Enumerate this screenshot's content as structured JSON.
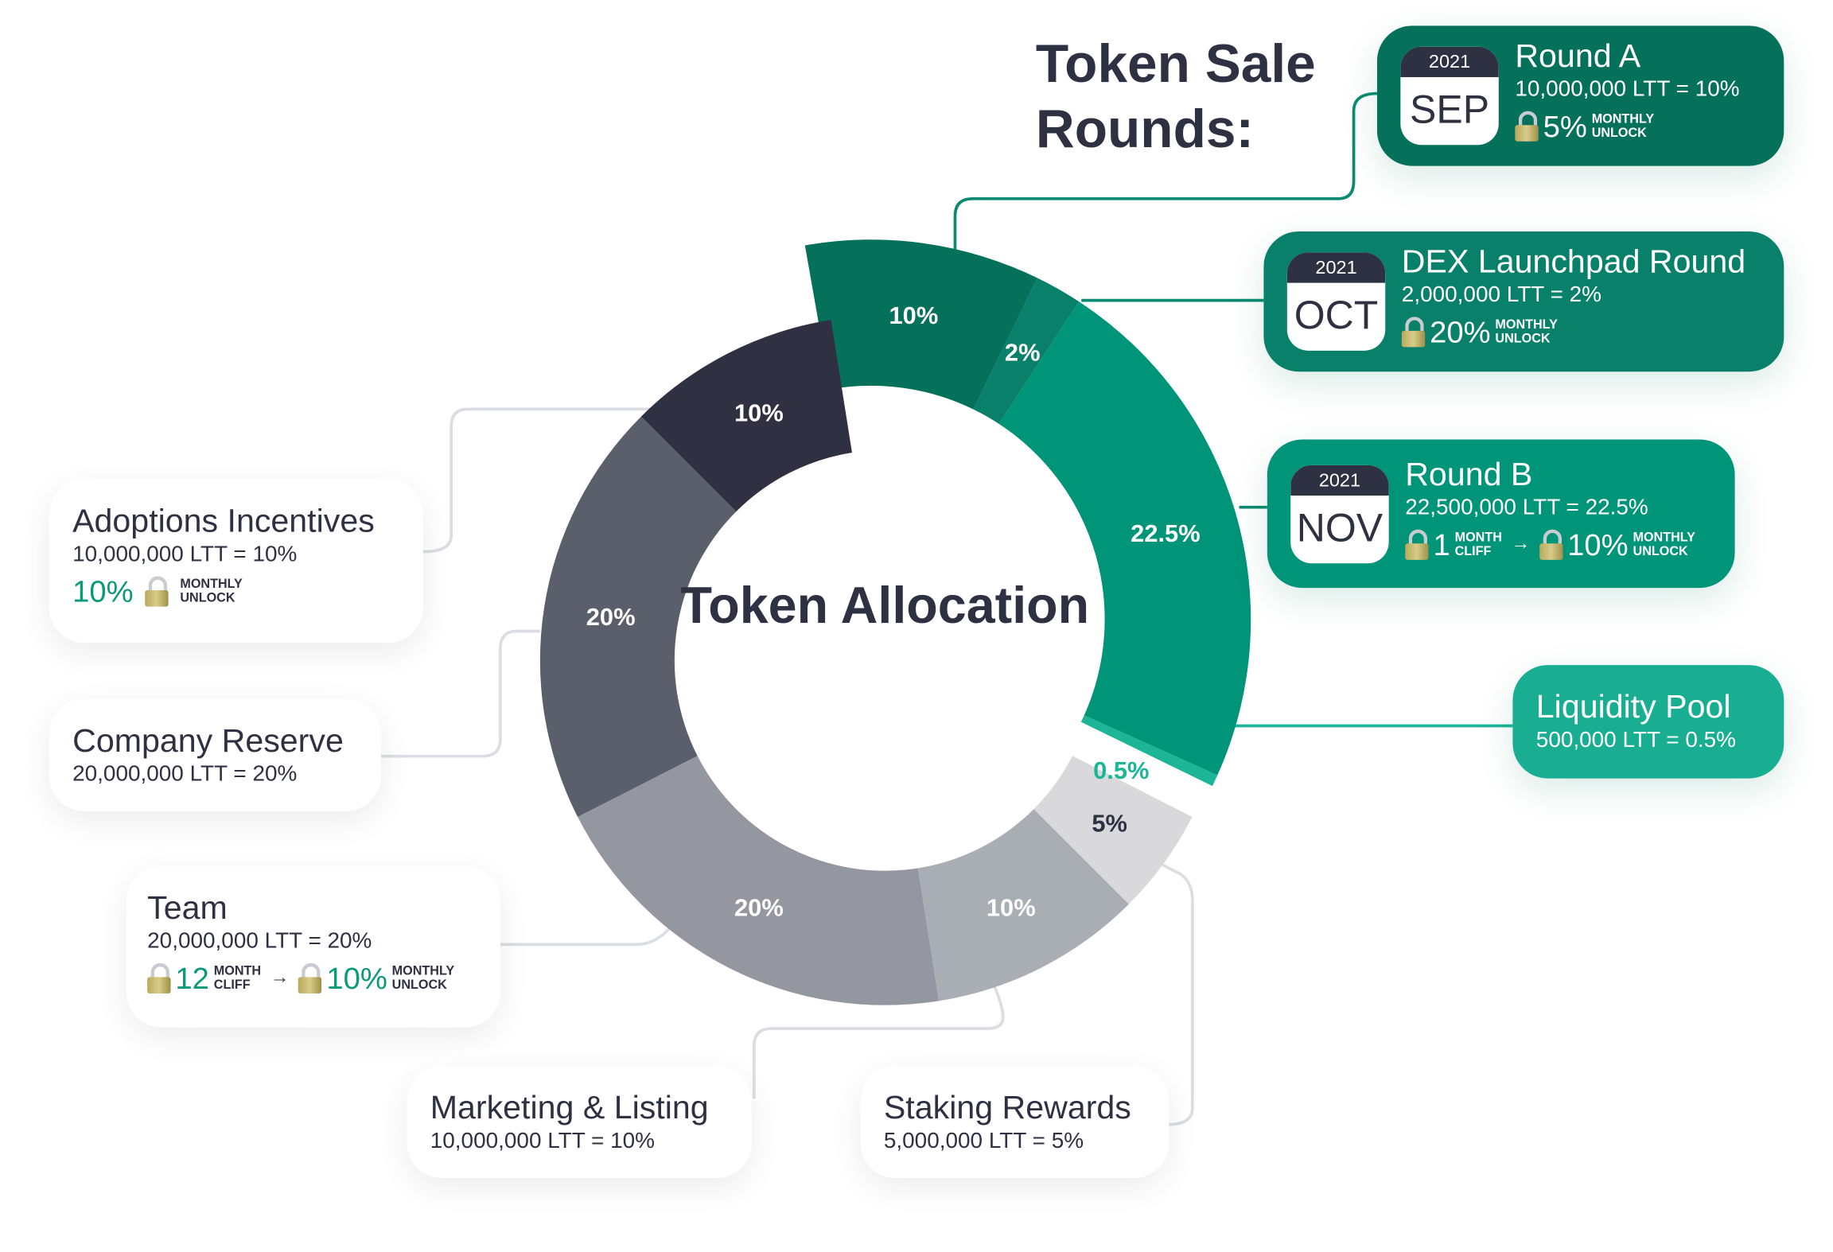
{
  "title": "Token Sale Rounds:",
  "center_title": "Token Allocation",
  "chart_data": {
    "type": "pie",
    "title": "Token Allocation",
    "unit": "%",
    "slices": [
      {
        "name": "Round A",
        "value": 10,
        "label": "10%",
        "group": "sale",
        "color": "#05715a"
      },
      {
        "name": "DEX Launchpad Round",
        "value": 2,
        "label": "2%",
        "group": "sale",
        "color": "#08806a"
      },
      {
        "name": "Round B",
        "value": 22.5,
        "label": "22.5%",
        "group": "sale",
        "color": "#009478"
      },
      {
        "name": "Liquidity Pool",
        "value": 0.5,
        "label": "0.5%",
        "group": "sale",
        "color": "#1cb596"
      },
      {
        "name": "Staking Rewards",
        "value": 5,
        "label": "5%",
        "group": "other",
        "color": "#d9d9db"
      },
      {
        "name": "Marketing & Listing",
        "value": 10,
        "label": "10%",
        "group": "other",
        "color": "#a9adb4"
      },
      {
        "name": "Team",
        "value": 20,
        "label": "20%",
        "group": "other",
        "color": "#9497a0"
      },
      {
        "name": "Company Reserve",
        "value": 20,
        "label": "20%",
        "group": "other",
        "color": "#5b5e6b"
      },
      {
        "name": "Adoptions Incentives",
        "value": 10,
        "label": "10%",
        "group": "other",
        "color": "#2f3142"
      }
    ]
  },
  "rounds": [
    {
      "name": "Round A",
      "year": "2021",
      "month": "SEP",
      "amount": "10,000,000 LTT = 10%",
      "unlock": "5%",
      "unlock_l1": "MONTHLY",
      "unlock_l2": "UNLOCK"
    },
    {
      "name": "DEX Launchpad Round",
      "year": "2021",
      "month": "OCT",
      "amount": "2,000,000 LTT = 2%",
      "unlock": "20%",
      "unlock_l1": "MONTHLY",
      "unlock_l2": "UNLOCK"
    },
    {
      "name": "Round B",
      "year": "2021",
      "month": "NOV",
      "amount": "22,500,000 LTT = 22.5%",
      "cliff": "1",
      "cliff_l1": "MONTH",
      "cliff_l2": "CLIFF",
      "unlock": "10%",
      "unlock_l1": "MONTHLY",
      "unlock_l2": "UNLOCK"
    }
  ],
  "liquidity": {
    "name": "Liquidity Pool",
    "amount": "500,000 LTT = 0.5%"
  },
  "adoptions": {
    "name": "Adoptions Incentives",
    "amount": "10,000,000 LTT = 10%",
    "unlock": "10%",
    "unlock_l1": "MONTHLY",
    "unlock_l2": "UNLOCK"
  },
  "reserve": {
    "name": "Company Reserve",
    "amount": "20,000,000 LTT = 20%"
  },
  "team": {
    "name": "Team",
    "amount": "20,000,000 LTT = 20%",
    "cliff": "12",
    "cliff_l1": "MONTH",
    "cliff_l2": "CLIFF",
    "unlock": "10%",
    "unlock_l1": "MONTHLY",
    "unlock_l2": "UNLOCK"
  },
  "marketing": {
    "name": "Marketing & Listing",
    "amount": "10,000,000 LTT = 10%"
  },
  "staking": {
    "name": "Staking Rewards",
    "amount": "5,000,000 LTT = 5%"
  },
  "arrow": "→"
}
